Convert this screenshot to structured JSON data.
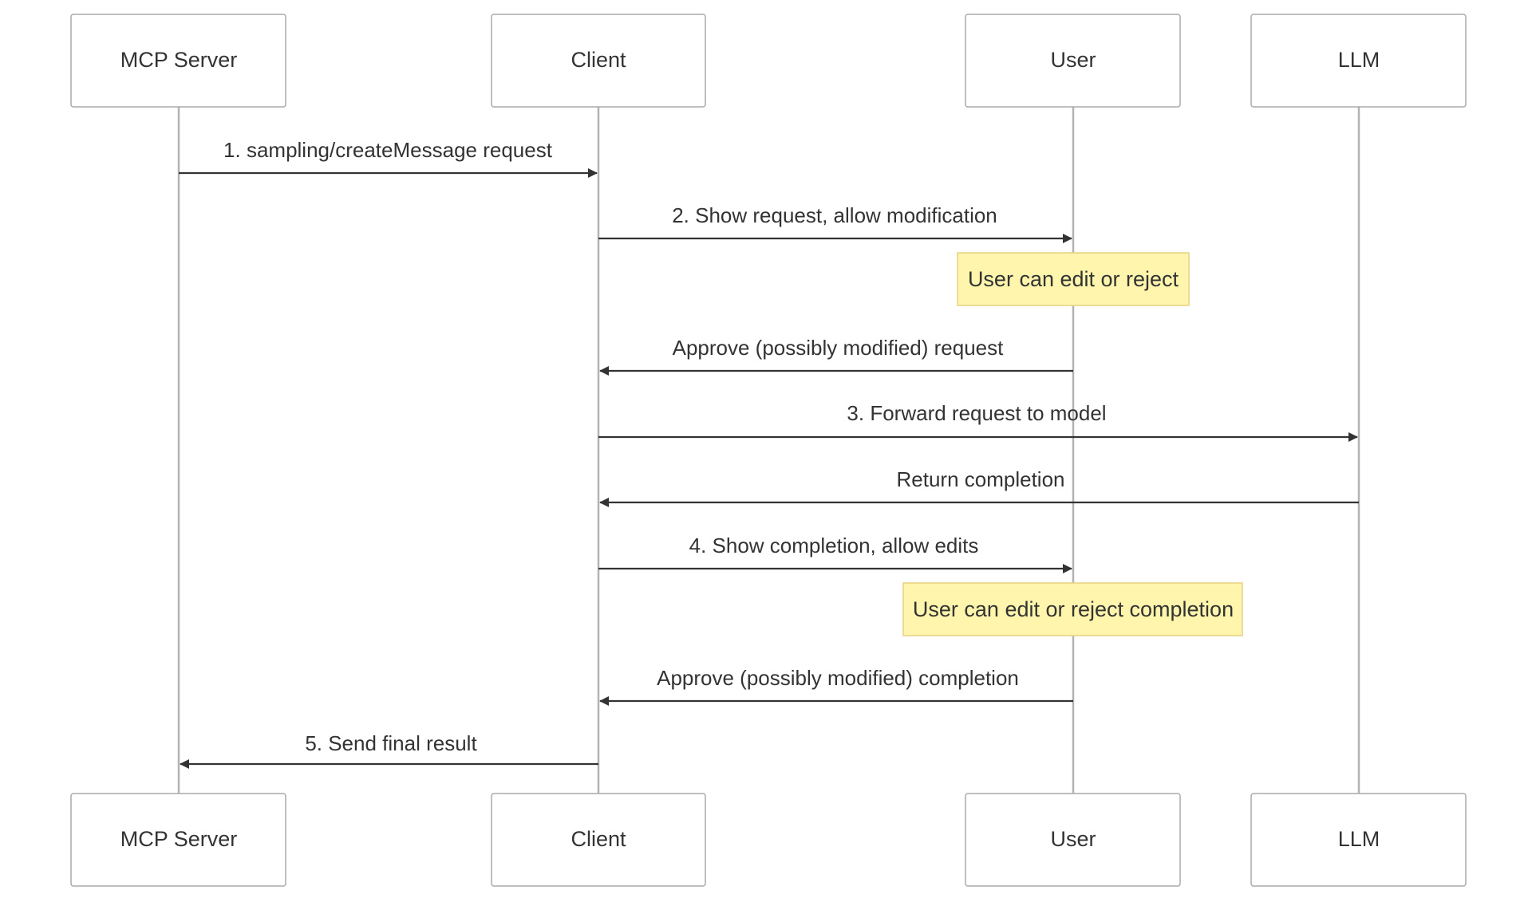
{
  "participants": [
    {
      "id": "mcp_server",
      "label": "MCP Server"
    },
    {
      "id": "client",
      "label": "Client"
    },
    {
      "id": "user",
      "label": "User"
    },
    {
      "id": "llm",
      "label": "LLM"
    }
  ],
  "messages": [
    {
      "from": "mcp_server",
      "to": "client",
      "label": "1. sampling/createMessage request"
    },
    {
      "from": "client",
      "to": "user",
      "label": "2. Show request, allow modification"
    },
    {
      "from": "user",
      "to": "client",
      "label": "Approve (possibly modified) request"
    },
    {
      "from": "client",
      "to": "llm",
      "label": "3. Forward request to model"
    },
    {
      "from": "llm",
      "to": "client",
      "label": "Return completion"
    },
    {
      "from": "client",
      "to": "user",
      "label": "4. Show completion, allow edits"
    },
    {
      "from": "user",
      "to": "client",
      "label": "Approve (possibly modified) completion"
    },
    {
      "from": "client",
      "to": "mcp_server",
      "label": "5. Send final result"
    }
  ],
  "notes": [
    {
      "over": "user",
      "label": "User can edit or reject"
    },
    {
      "over": "user",
      "label": "User can edit or reject completion"
    }
  ],
  "colors": {
    "box_border": "#aaaaaa",
    "lifeline": "#b3b3b3",
    "arrow": "#333333",
    "text": "#333333",
    "note_fill": "#fff5ad",
    "note_border": "#e6d280"
  }
}
